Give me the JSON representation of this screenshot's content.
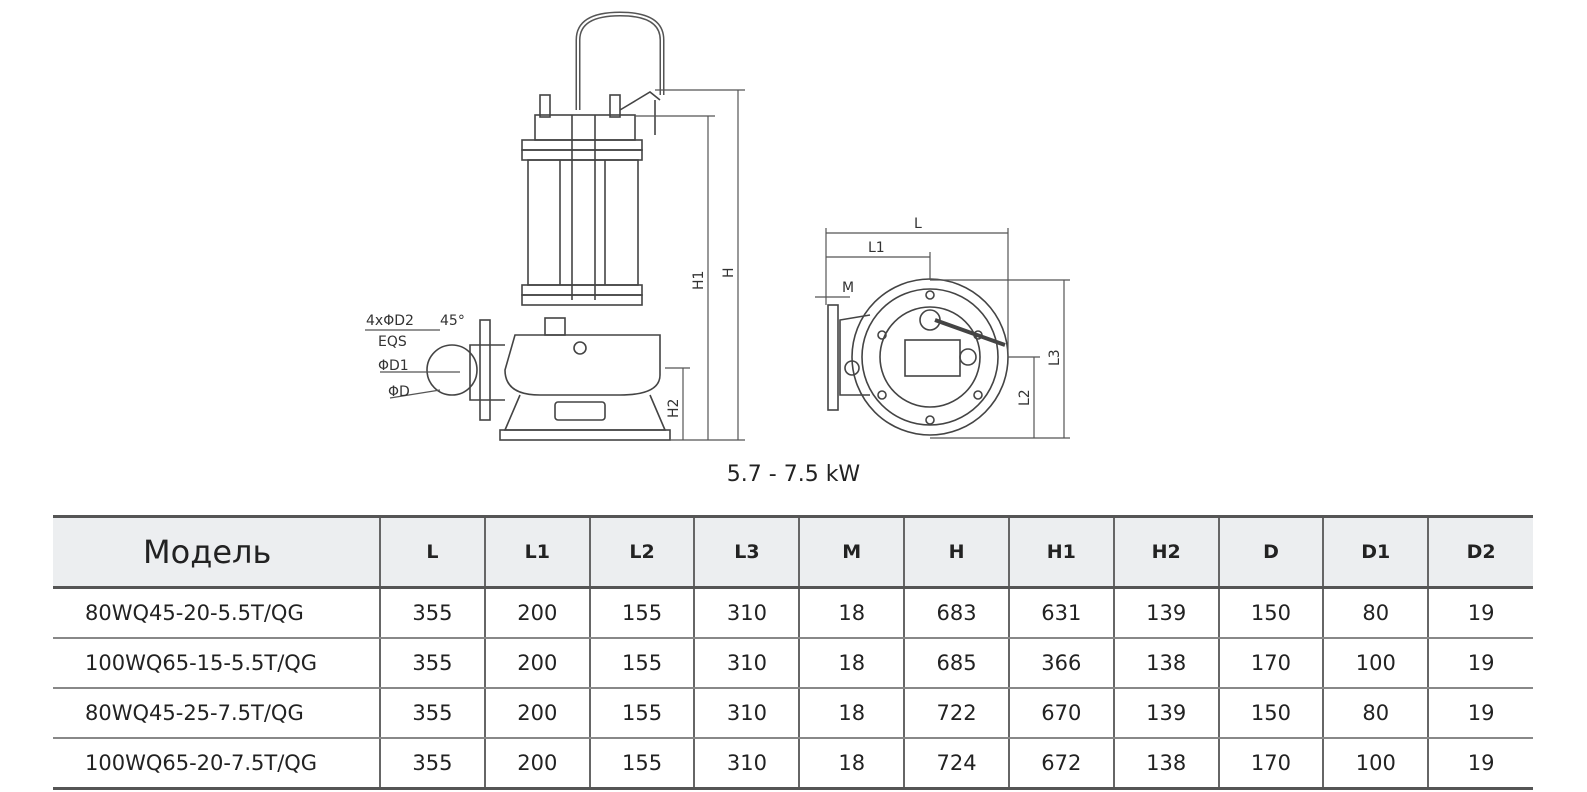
{
  "drawing": {
    "side_view_labels": {
      "d2_label": "4xΦD2",
      "angle_label": "45°",
      "eqs_label": "EQS",
      "d1_label": "ΦD1",
      "d_label": "ΦD",
      "h_label": "H",
      "h1_label": "H1",
      "h2_label": "H2"
    },
    "top_view_labels": {
      "l_label": "L",
      "l1_label": "L1",
      "m_label": "M",
      "l2_label": "L2",
      "l3_label": "L3"
    }
  },
  "caption": "5.7 - 7.5 kW",
  "table": {
    "headers": [
      "Модель",
      "L",
      "L1",
      "L2",
      "L3",
      "M",
      "H",
      "H1",
      "H2",
      "D",
      "D1",
      "D2"
    ],
    "rows": [
      [
        "80WQ45-20-5.5T/QG",
        "355",
        "200",
        "155",
        "310",
        "18",
        "683",
        "631",
        "139",
        "150",
        "80",
        "19"
      ],
      [
        "100WQ65-15-5.5T/QG",
        "355",
        "200",
        "155",
        "310",
        "18",
        "685",
        "366",
        "138",
        "170",
        "100",
        "19"
      ],
      [
        "80WQ45-25-7.5T/QG",
        "355",
        "200",
        "155",
        "310",
        "18",
        "722",
        "670",
        "139",
        "150",
        "80",
        "19"
      ],
      [
        "100WQ65-20-7.5T/QG",
        "355",
        "200",
        "155",
        "310",
        "18",
        "724",
        "672",
        "138",
        "170",
        "100",
        "19"
      ]
    ]
  }
}
